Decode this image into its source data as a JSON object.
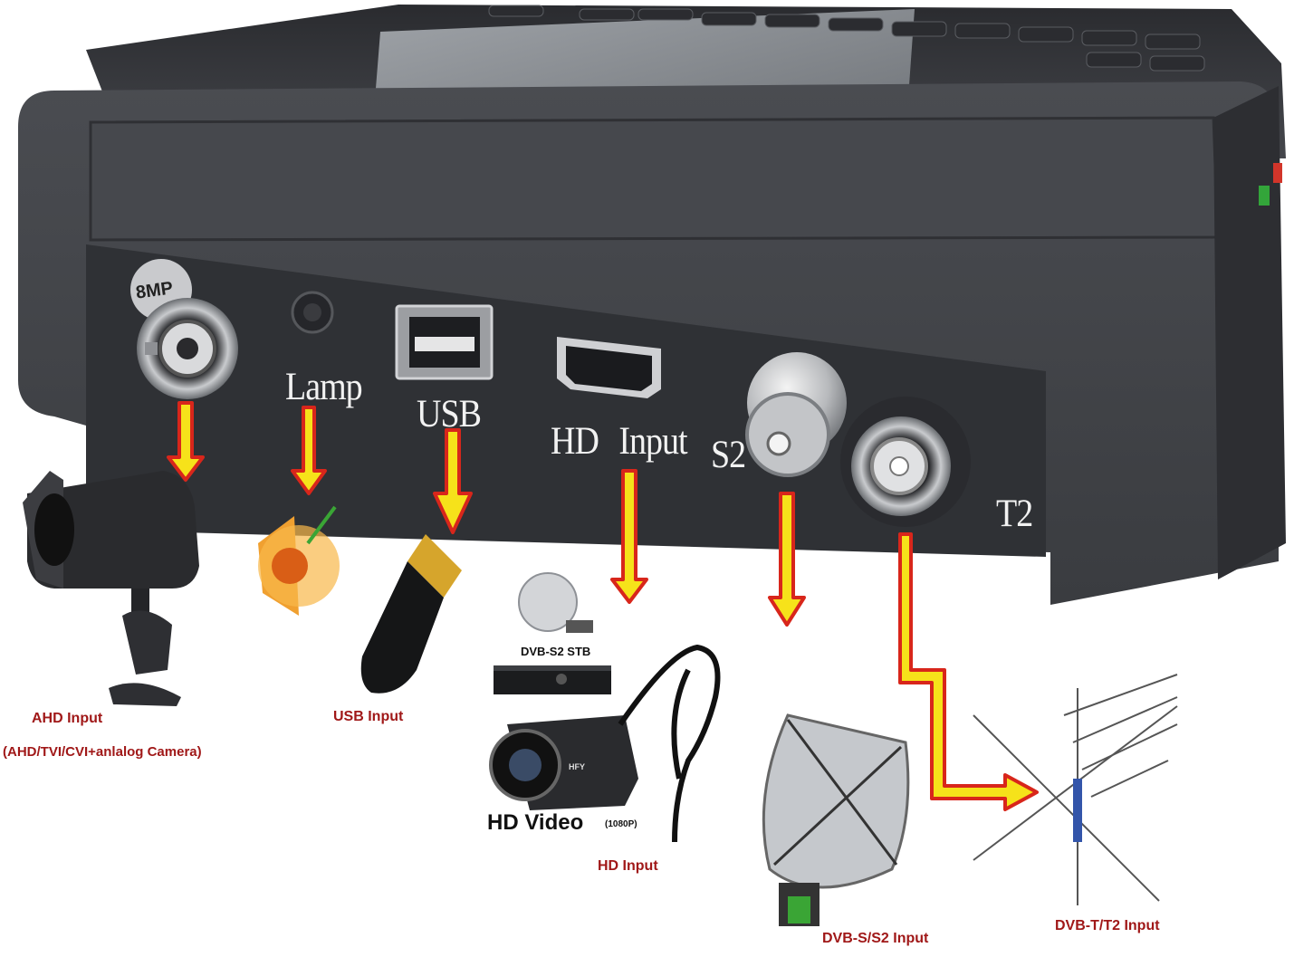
{
  "device": {
    "badge": "8MP",
    "ports": {
      "lamp": "Lamp",
      "usb": "USB",
      "hd": "HD Input",
      "s2": "S2",
      "t2": "T2"
    }
  },
  "accessories": {
    "dvb_s2_stb": "DVB-S2 STB",
    "camcorder_brand": "HFY",
    "hd_video": "HD Video",
    "hd_video_res": "(1080P)"
  },
  "captions": {
    "ahd_title": "AHD Input",
    "ahd_sub": "(AHD/TVI/CVI+anlalog Camera)",
    "usb": "USB Input",
    "hd": "HD Input",
    "dvbs": "DVB-S/S2 Input",
    "dvbt": "DVB-T/T2 Input"
  },
  "colors": {
    "device_body": "#3b3d42",
    "arrow_fill": "#f6e21a",
    "arrow_outline": "#d8261b",
    "caption_red": "#a01818"
  }
}
